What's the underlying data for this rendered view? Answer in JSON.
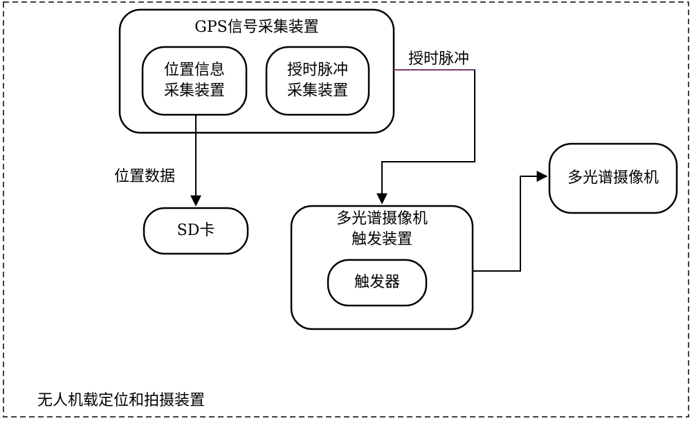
{
  "outer_container": {
    "label": "无人机载定位和拍摄装置"
  },
  "gps_device": {
    "title": "GPS信号采集装置",
    "position_module": {
      "line1": "位置信息",
      "line2": "采集装置"
    },
    "timing_module": {
      "line1": "授时脉冲",
      "line2": "采集装置"
    }
  },
  "edges": {
    "position_data_label": "位置数据",
    "timing_pulse_label": "授时脉冲"
  },
  "sd_card": {
    "label": "SD卡"
  },
  "trigger_device": {
    "line1": "多光谱摄像机",
    "line2": "触发装置",
    "trigger": {
      "label": "触发器"
    }
  },
  "camera": {
    "label": "多光谱摄像机"
  },
  "colors": {
    "stroke": "#000000",
    "timing_line": "#7a3a6a",
    "background": "#ffffff"
  }
}
